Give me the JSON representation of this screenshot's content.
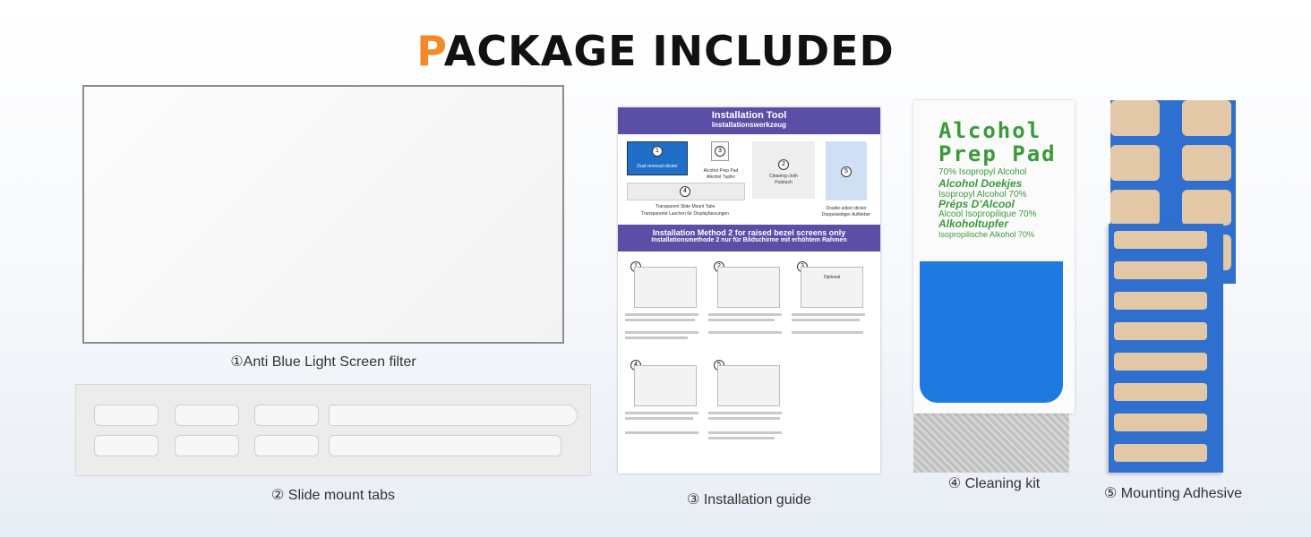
{
  "title": {
    "first_letter": "P",
    "rest": "ACKAGE INCLUDED"
  },
  "items": [
    {
      "caption": "①Anti Blue Light Screen filter"
    },
    {
      "caption": "② Slide mount tabs"
    },
    {
      "caption": "③ Installation guide"
    },
    {
      "caption": "④ Cleaning kit"
    },
    {
      "caption": "⑤ Mounting Adhesive"
    }
  ],
  "guide": {
    "header_title": "Installation Tool",
    "header_subtitle": "Installationswerkzeug",
    "tool1_label": "Dust removal sticker",
    "tool2_label": "Alcohol Prep Pad",
    "tool2_sub": "Alkohol Tupfer",
    "tool3_label": "Cleaning cloth",
    "tool3_sub": "Putztuch",
    "tool4_label": "Transparent Slide Mount Tabs",
    "tool4_sub": "Transparente Laschen für Displayfassungen",
    "tool5_label": "Double-sided sticker",
    "tool5_sub": "Doppelseitiger Aufkleber",
    "method_title": "Installation Method 2 for raised bezel screens only",
    "method_subtitle": "Installationsmethode 2 nur für Bildschirme mit erhöhtem Rahmen",
    "step3_tag": "Optional"
  },
  "pad": {
    "line1": "Alcohol",
    "line2": "Prep Pad",
    "line3": "70% Isopropyl Alcohol",
    "line4": "Alcohol Doekjes",
    "line5": "Isopropyl Alcohol 70%",
    "line6": "Préps D'Alcool",
    "line7": "Alcool Isopropilique 70%",
    "line8": "Alkoholtupfer",
    "line9": "Isopropilische Alkohol 70%"
  },
  "colors": {
    "accent": "#f28a2a",
    "guide_band": "#5b4ea6",
    "pad_green": "#3a9a3a",
    "pad_blue": "#1e7ae0",
    "adhesive_blue": "#2f6fd0",
    "adhesive_pad": "#e2c8a6"
  }
}
